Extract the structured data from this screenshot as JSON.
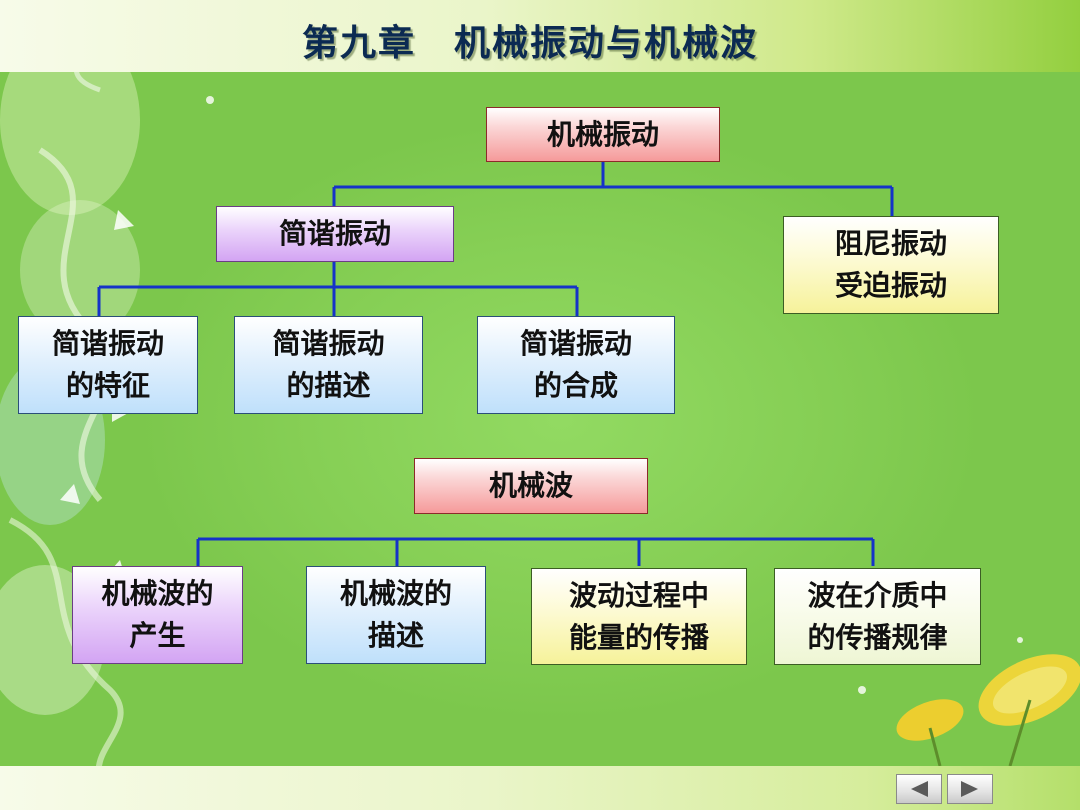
{
  "title": "第九章　机械振动与机械波",
  "nodes": {
    "vibration": "机械振动",
    "shm": "简谐振动",
    "damped": [
      "阻尼振动",
      "受迫振动"
    ],
    "shm_features": [
      "简谐振动",
      "的特征"
    ],
    "shm_description": [
      "简谐振动",
      "的描述"
    ],
    "shm_composition": [
      "简谐振动",
      "的合成"
    ],
    "wave": "机械波",
    "wave_generation": [
      "机械波的",
      "产生"
    ],
    "wave_description": [
      "机械波的",
      "描述"
    ],
    "energy_propagation": [
      "波动过程中",
      "能量的传播"
    ],
    "medium_propagation": [
      "波在介质中",
      "的传播规律"
    ]
  },
  "nav": {
    "prev_icon": "triangle-left-icon",
    "next_icon": "triangle-right-icon"
  },
  "colors": {
    "connector": "#1533c8",
    "title": "#0b2a52"
  }
}
